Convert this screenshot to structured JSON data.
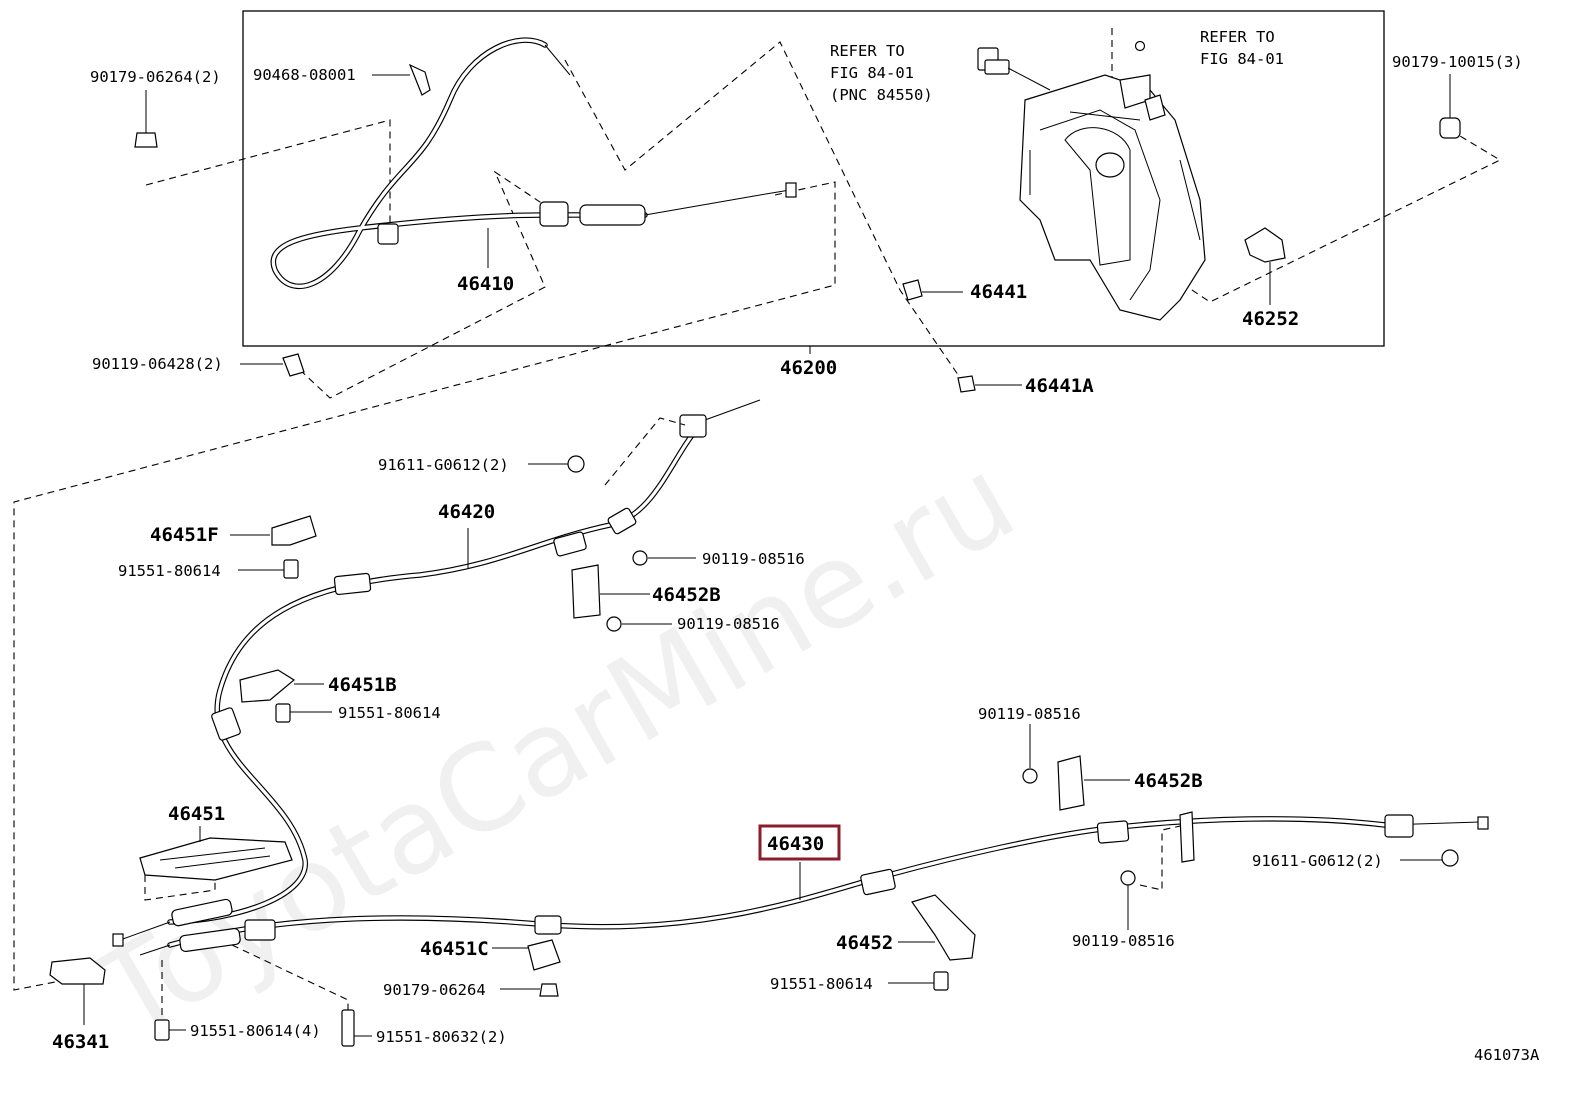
{
  "watermark": "ToyotaCarMine.ru",
  "diagram_id": "461073A",
  "highlight_color": "#8b1c2c",
  "refer_notes": {
    "left": [
      "REFER TO",
      "FIG 84-01",
      "(PNC 84550)"
    ],
    "right": [
      "REFER TO",
      "FIG 84-01"
    ]
  },
  "labels": {
    "p90179_06264_2": "90179-06264(2)",
    "p90468_08001": "90468-08001",
    "p46410": "46410",
    "p90179_10015_3": "90179-10015(3)",
    "p46441": "46441",
    "p46252": "46252",
    "p90119_06428_2": "90119-06428(2)",
    "p46200": "46200",
    "p46441A": "46441A",
    "p91611_G0612_2_top": "91611-G0612(2)",
    "p46420": "46420",
    "p46451F": "46451F",
    "p91551_80614_a": "91551-80614",
    "p90119_08516_a": "90119-08516",
    "p46452B_a": "46452B",
    "p90119_08516_b": "90119-08516",
    "p46451B": "46451B",
    "p91551_80614_b": "91551-80614",
    "p90119_08516_c": "90119-08516",
    "p46452B_b": "46452B",
    "p46451": "46451",
    "p46430": "46430",
    "p91611_G0612_2_bottom": "91611-G0612(2)",
    "p90119_08516_d": "90119-08516",
    "p46451C": "46451C",
    "p46452": "46452",
    "p90179_06264": "90179-06264",
    "p91551_80614_c": "91551-80614",
    "p46341": "46341",
    "p91551_80614_4": "91551-80614(4)",
    "p91551_80632_2": "91551-80632(2)"
  }
}
